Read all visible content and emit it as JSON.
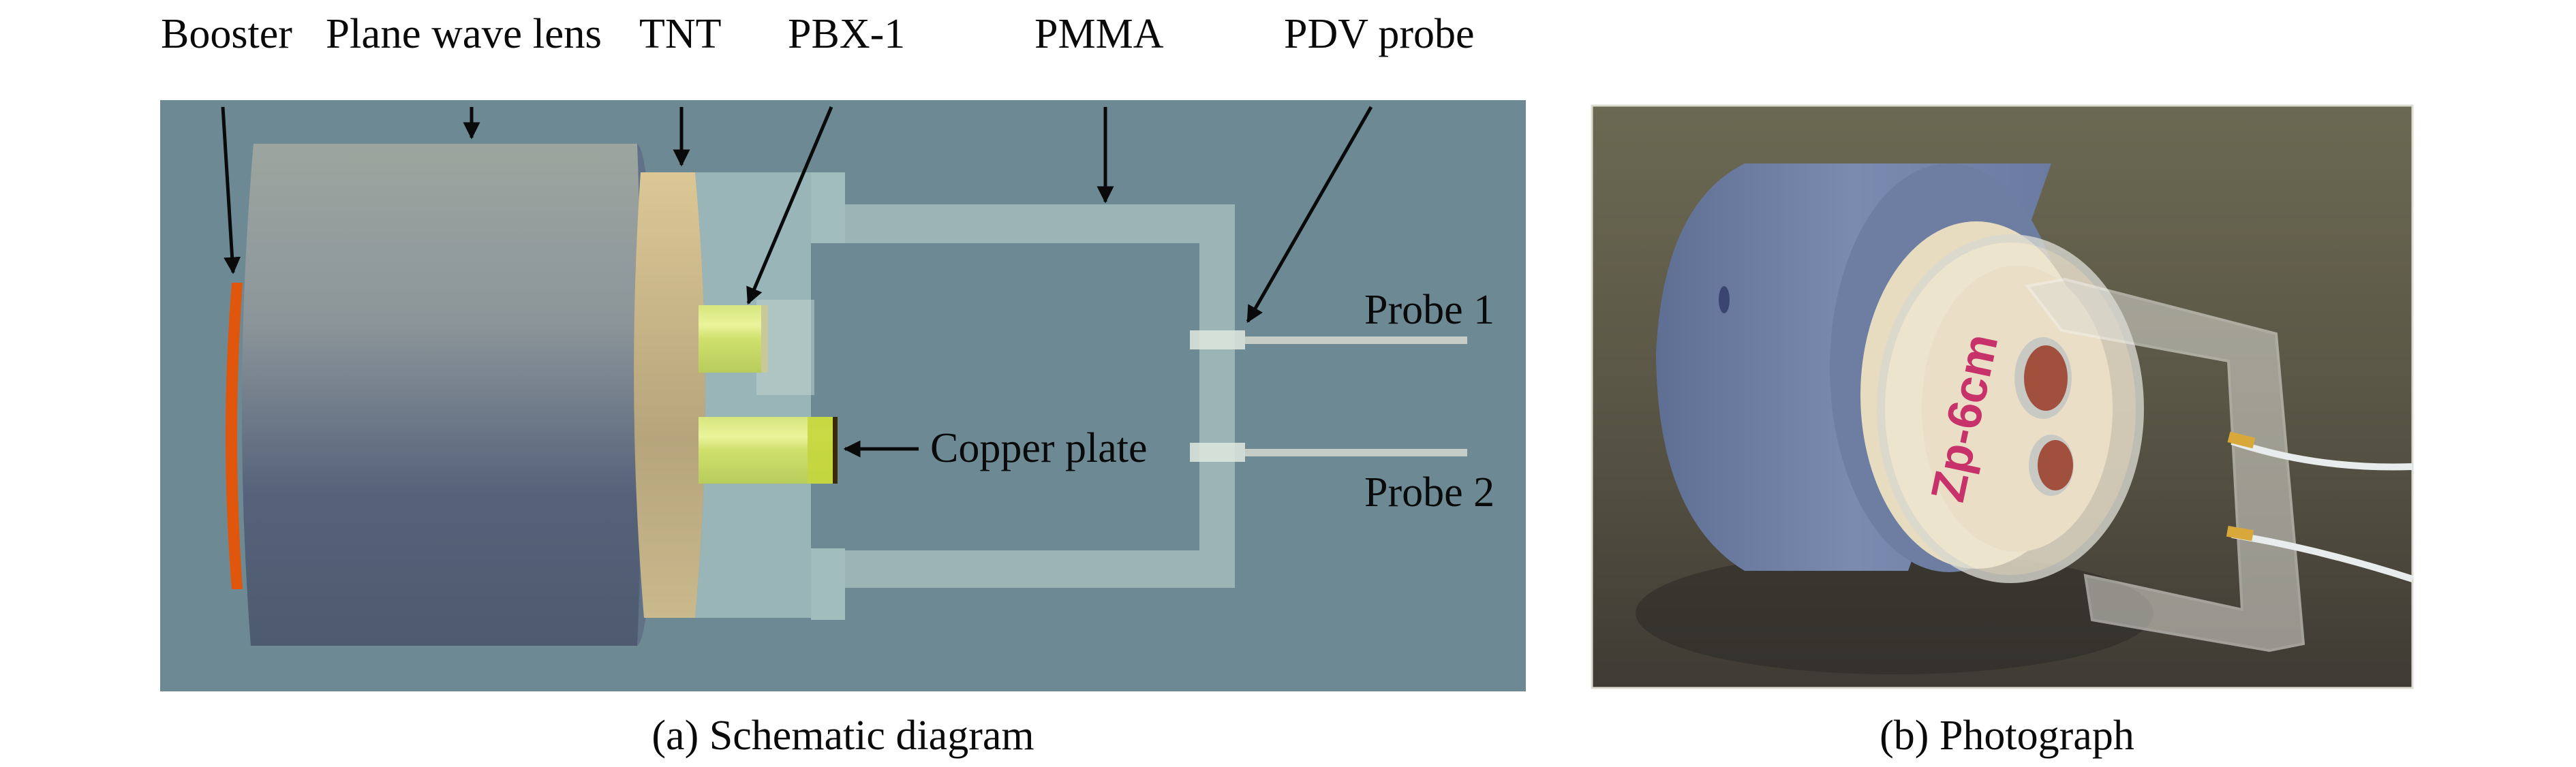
{
  "figure": {
    "panel_a": {
      "caption": "(a) Schematic diagram",
      "labels": {
        "booster": "Booster",
        "plane_wave_lens": "Plane wave lens",
        "tnt": "TNT",
        "pbx1": "PBX-1",
        "pmma": "PMMA",
        "pdv_probe": "PDV probe",
        "copper_plate": "Copper plate",
        "probe1": "Probe 1",
        "probe2": "Probe 2"
      },
      "colors": {
        "background": "#6d8a94",
        "lens_top": "#9aa3a0",
        "lens_bottom": "#4f5b70",
        "booster": "#e0560c",
        "tnt": "#d6c291",
        "pmma": "#a9c3c3",
        "pbx": "#d8e87a",
        "arrow": "#0a0a0a"
      }
    },
    "panel_b": {
      "caption": "(b) Photograph",
      "handwriting": "Zp-6cm",
      "colors": {
        "background": "#5e5a48",
        "cylinder": "#7284a6",
        "tan_disc": "#e8dcc0",
        "marker": "#c8326a"
      }
    }
  }
}
